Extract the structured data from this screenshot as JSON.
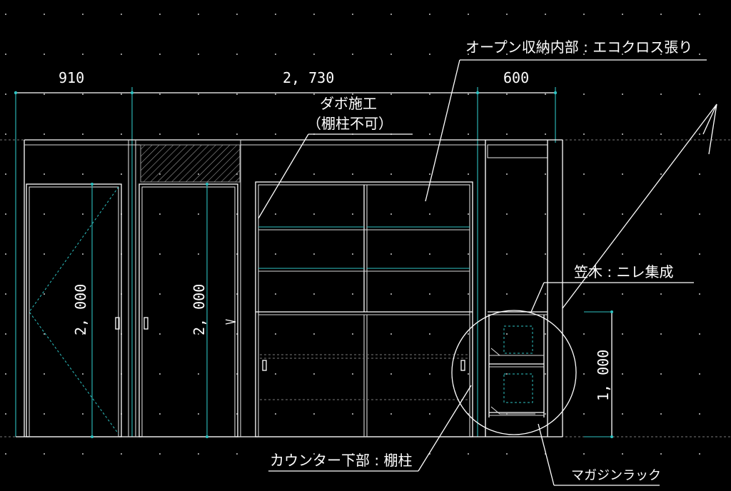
{
  "drawing": {
    "dimensions": {
      "width_left": "910",
      "width_center": "2, 730",
      "width_right": "600",
      "height_door_left": "2, 000",
      "height_door_mid": "2, 000",
      "height_rack": "1, 000"
    },
    "annotations": {
      "open_storage": "オープン収納内部 : エコクロス張り",
      "dowel_line1": "ダボ施工",
      "dowel_line2": "（棚柱不可）",
      "kasagi": "笠木 : ニレ集成",
      "counter_bottom": "カウンター下部 : 棚柱",
      "magazine_rack": "マガジンラック"
    },
    "colors": {
      "background": "#000000",
      "line": "#ffffff",
      "cyan": "#2ec2c2",
      "grid_dot": "#c8c8c8"
    }
  }
}
